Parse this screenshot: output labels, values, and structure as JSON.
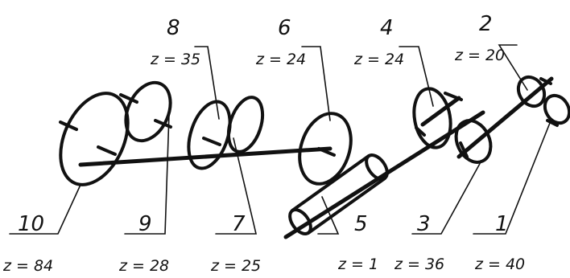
{
  "gears": [
    {
      "number": "1",
      "teeth": "z = 40"
    },
    {
      "number": "2",
      "teeth": "z = 20"
    },
    {
      "number": "3",
      "teeth": "z = 36"
    },
    {
      "number": "4",
      "teeth": "z = 24"
    },
    {
      "number": "5",
      "teeth": "z = 1"
    },
    {
      "number": "6",
      "teeth": "z = 24"
    },
    {
      "number": "7",
      "teeth": "z = 25"
    },
    {
      "number": "8",
      "teeth": "z = 35"
    },
    {
      "number": "9",
      "teeth": "z = 28"
    },
    {
      "number": "10",
      "teeth": "z = 84"
    }
  ]
}
